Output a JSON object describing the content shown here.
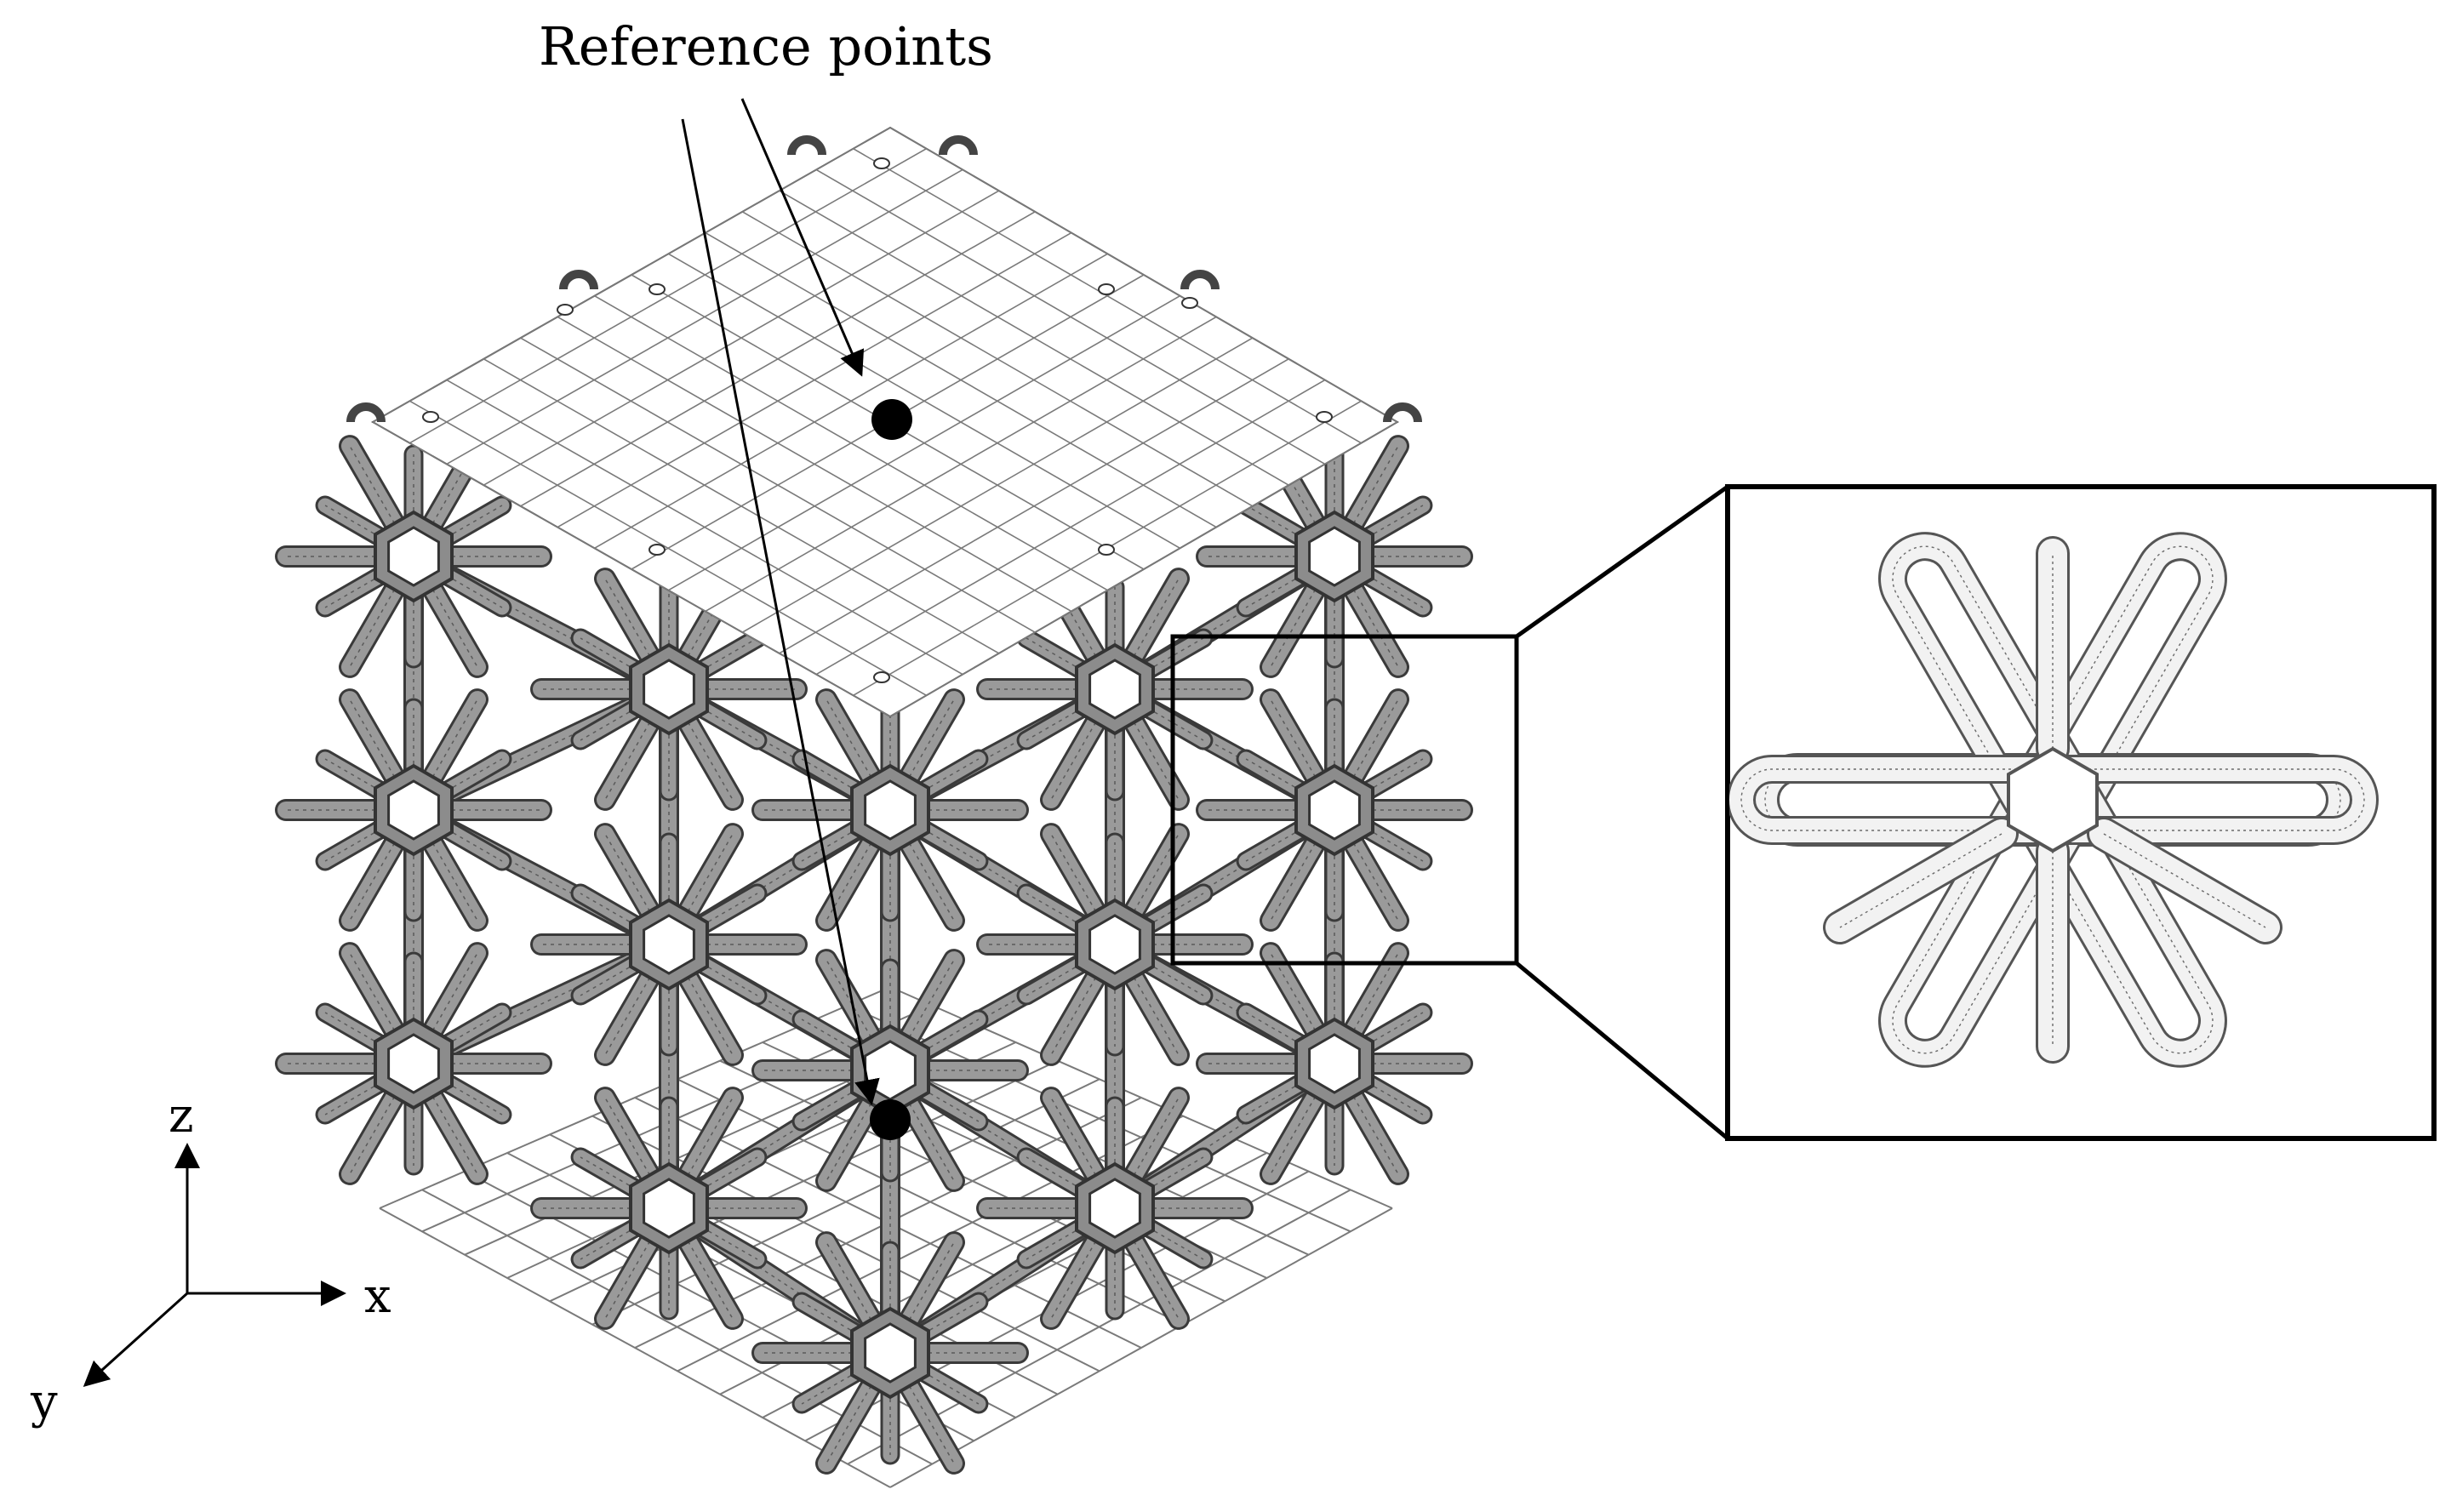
{
  "annotation": {
    "reference_points": "Reference points"
  },
  "axes": {
    "z": "z",
    "x": "x",
    "y": "y"
  },
  "colors": {
    "background": "#ffffff",
    "line": "#000000",
    "mesh": "#6a6a6a",
    "strut_fill": "#9a9a9a",
    "plate_grid": "#7a7a7a"
  }
}
